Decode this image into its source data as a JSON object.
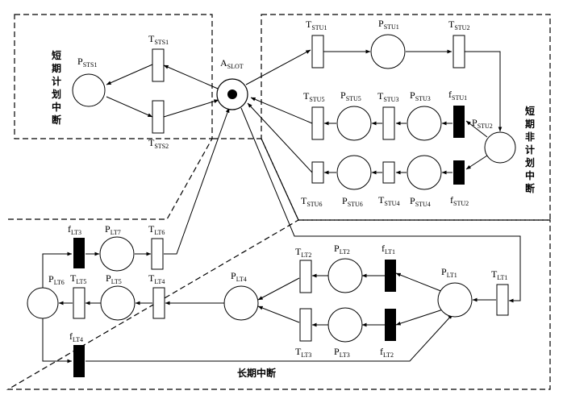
{
  "regions": {
    "short_planned": "短期计划中断",
    "short_unplanned": "短期非计划中断",
    "long": "长期中断"
  },
  "center_place": {
    "main": "A",
    "sub": "SLOT"
  },
  "places": {
    "PSTS1": {
      "main": "P",
      "sub": "STS1"
    },
    "PSTU1": {
      "main": "P",
      "sub": "STU1"
    },
    "PSTU2": {
      "main": "P",
      "sub": "STU2"
    },
    "PSTU3": {
      "main": "P",
      "sub": "STU3"
    },
    "PSTU4": {
      "main": "P",
      "sub": "STU4"
    },
    "PSTU5": {
      "main": "P",
      "sub": "STU5"
    },
    "PSTU6": {
      "main": "P",
      "sub": "STU6"
    },
    "PLT1": {
      "main": "P",
      "sub": "LT1"
    },
    "PLT2": {
      "main": "P",
      "sub": "LT2"
    },
    "PLT3": {
      "main": "P",
      "sub": "LT3"
    },
    "PLT4": {
      "main": "P",
      "sub": "LT4"
    },
    "PLT5": {
      "main": "P",
      "sub": "LT5"
    },
    "PLT6": {
      "main": "P",
      "sub": "LT6"
    },
    "PLT7": {
      "main": "P",
      "sub": "LT7"
    }
  },
  "transitions": {
    "TSTS1": {
      "main": "T",
      "sub": "STS1"
    },
    "TSTS2": {
      "main": "T",
      "sub": "STS2"
    },
    "TSTU1": {
      "main": "T",
      "sub": "STU1"
    },
    "TSTU2": {
      "main": "T",
      "sub": "STU2"
    },
    "TSTU3": {
      "main": "T",
      "sub": "STU3"
    },
    "TSTU4": {
      "main": "T",
      "sub": "STU4"
    },
    "TSTU5": {
      "main": "T",
      "sub": "STU5"
    },
    "TSTU6": {
      "main": "T",
      "sub": "STU6"
    },
    "TLT1": {
      "main": "T",
      "sub": "LT1"
    },
    "TLT2": {
      "main": "T",
      "sub": "LT2"
    },
    "TLT3": {
      "main": "T",
      "sub": "LT3"
    },
    "TLT4": {
      "main": "T",
      "sub": "LT4"
    },
    "TLT5": {
      "main": "T",
      "sub": "LT5"
    },
    "TLT6": {
      "main": "T",
      "sub": "LT6"
    }
  },
  "faults": {
    "fSTU1": {
      "main": "f",
      "sub": "STU1"
    },
    "fSTU2": {
      "main": "f",
      "sub": "STU2"
    },
    "fLT1": {
      "main": "f",
      "sub": "LT1"
    },
    "fLT2": {
      "main": "f",
      "sub": "LT2"
    },
    "fLT3": {
      "main": "f",
      "sub": "LT3"
    },
    "fLT4": {
      "main": "f",
      "sub": "LT4"
    }
  }
}
